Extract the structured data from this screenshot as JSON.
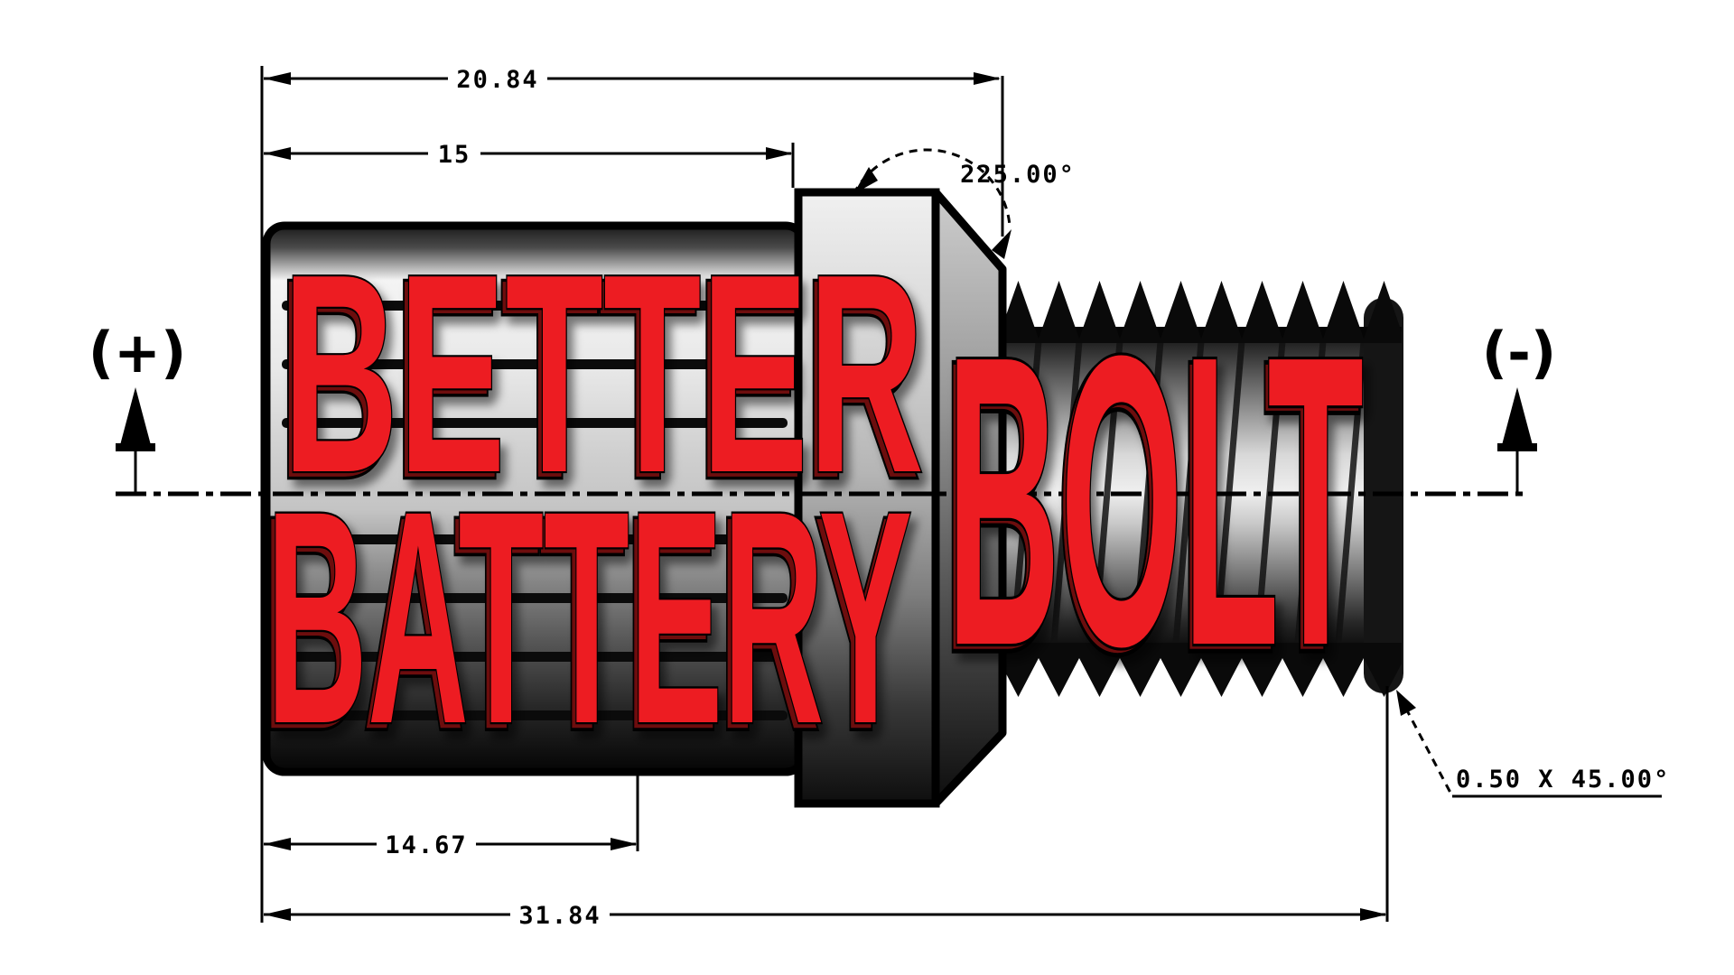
{
  "overlay": {
    "word_top": "BETTER",
    "word_bottom": "BATTERY",
    "word_right": "BOLT",
    "red": "#ed1b24",
    "red_dark": "#6d0d10"
  },
  "dimensions": {
    "overall_to_hex": "20.84",
    "body_length": "15",
    "head_angle": "225.00°",
    "knurl_length": "14.67",
    "overall_length": "31.84",
    "chamfer": "0.50 X 45.00°"
  },
  "polarity": {
    "plus": "(+)",
    "minus": "(-)"
  }
}
